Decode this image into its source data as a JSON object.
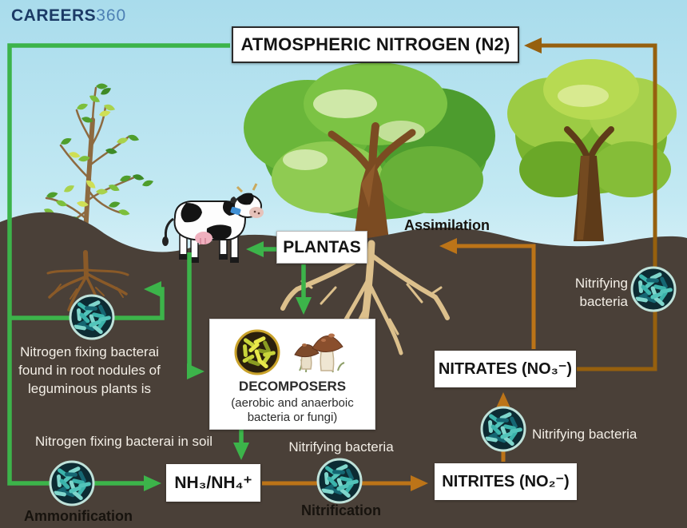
{
  "brand": {
    "name": "CAREERS",
    "suffix": "360"
  },
  "title": "ATMOSPHERIC NITROGEN (N2)",
  "boxes": {
    "plantas": "PLANTAS",
    "decomposers": {
      "title": "DECOMPOSERS",
      "subtitle": "(aerobic and anaerboic bacteria or fungi)"
    },
    "ammonium": "NH₃/NH₄⁺",
    "nitrites": "NITRITES (NO₂⁻)",
    "nitrates": "NITRATES (NO₃⁻)"
  },
  "labels": {
    "assimilation": "Assimilation",
    "ammonification": "Ammonification",
    "nitrification": "Nitrification",
    "nodules": [
      "Nitrogen fixing bacterai",
      "found in root nodules of",
      "leguminous plants is"
    ],
    "soil_fixing": "Nitrogen fixing bacterai in soil",
    "nitrifying_bottom": "Nitrifying bacteria",
    "nitrifying_mid": "Nitrifying bacteria",
    "nitrifying_right": [
      "Nitrifying",
      "bacteria"
    ]
  },
  "colors": {
    "green_arrow": "#3cb44a",
    "orange_arrow": "#bc7418",
    "dark_orange_arrow": "#96600e",
    "soil": "#4a4038",
    "sky": "#a9dcec",
    "teal_bacteria": "#3bb3ab",
    "yellow_bacteria": "#c8d43a",
    "brand_navy": "#1b3a66",
    "brand_blue": "#4d80b4"
  }
}
